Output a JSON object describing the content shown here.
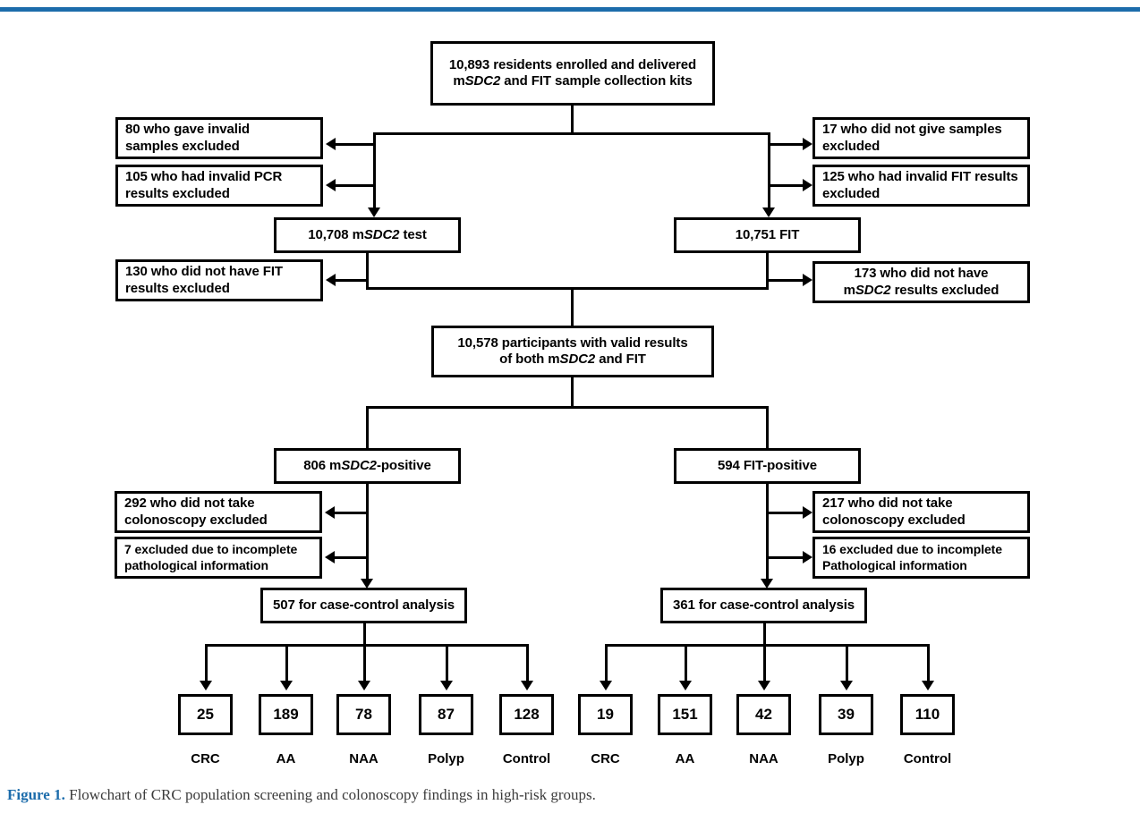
{
  "figure": {
    "label": "Figure 1.",
    "caption": "Flowchart of CRC population screening and colonoscopy findings in high-risk groups.",
    "accent_color": "#1c6cab",
    "line_color": "#000000",
    "background": "#ffffff"
  },
  "chart_data": {
    "type": "diagram",
    "title": "Flowchart of CRC population screening and colonoscopy findings in high-risk groups.",
    "nodes": {
      "enrolled": {
        "value": 10893,
        "text_line1": "10,893 residents enrolled and delivered",
        "text_line2": "mSDC2 and FIT sample collection kits"
      },
      "msdc2_test": {
        "value": 10708,
        "text": "10,708 mSDC2 test"
      },
      "fit_test": {
        "value": 10751,
        "text": "10,751 FIT"
      },
      "both_valid": {
        "value": 10578,
        "text_line1": "10,578 participants with valid results",
        "text_line2": "of both mSDC2 and FIT"
      },
      "msdc2_positive": {
        "value": 806,
        "text": "806 mSDC2-positive"
      },
      "fit_positive": {
        "value": 594,
        "text": "594 FIT-positive"
      },
      "msdc2_analysis": {
        "value": 507,
        "text": "507 for case-control analysis"
      },
      "fit_analysis": {
        "value": 361,
        "text": "361 for case-control analysis"
      }
    },
    "exclusions_left": [
      {
        "value": 80,
        "line1": "80 who gave invalid",
        "line2": "samples excluded"
      },
      {
        "value": 105,
        "line1": "105 who had invalid PCR",
        "line2": "results excluded"
      },
      {
        "value": 130,
        "line1": "130 who did not have FIT",
        "line2": "results excluded"
      },
      {
        "value": 292,
        "line1": "292 who did not take",
        "line2": "colonoscopy excluded"
      },
      {
        "value": 7,
        "line1": "7 excluded due to incomplete",
        "line2": "pathological information"
      }
    ],
    "exclusions_right": [
      {
        "value": 17,
        "line1": "17 who did not give samples",
        "line2": "excluded"
      },
      {
        "value": 125,
        "line1": "125 who had invalid FIT results",
        "line2": "excluded"
      },
      {
        "value": 173,
        "line1": "173 who did not have",
        "line2": "mSDC2 results excluded"
      },
      {
        "value": 217,
        "line1": "217 who did not take",
        "line2": "colonoscopy excluded"
      },
      {
        "value": 16,
        "line1": "16 excluded due to incomplete",
        "line2": "Pathological information"
      }
    ],
    "outcomes_msdc2": {
      "group": "mSDC2",
      "categories": [
        "CRC",
        "AA",
        "NAA",
        "Polyp",
        "Control"
      ],
      "values": [
        25,
        189,
        78,
        87,
        128
      ]
    },
    "outcomes_fit": {
      "group": "FIT",
      "categories": [
        "CRC",
        "AA",
        "NAA",
        "Polyp",
        "Control"
      ],
      "values": [
        19,
        151,
        42,
        39,
        110
      ]
    }
  },
  "boxes": {
    "enrolled_l1": "10,893 residents enrolled and delivered",
    "enrolled_l2_a": "m",
    "enrolled_l2_b": "SDC2",
    "enrolled_l2_c": " and FIT sample collection kits",
    "msdc2_test_a": "10,708 m",
    "msdc2_test_b": "SDC2",
    "msdc2_test_c": " test",
    "fit_test": "10,751 FIT",
    "both_valid_l1": "10,578 participants with valid results",
    "both_valid_l2_a": "of both m",
    "both_valid_l2_b": "SDC2",
    "both_valid_l2_c": " and FIT",
    "msdc2_pos_a": "806 m",
    "msdc2_pos_b": "SDC2",
    "msdc2_pos_c": "-positive",
    "fit_pos": "594 FIT-positive",
    "msdc2_analysis": "507 for case-control analysis",
    "fit_analysis": "361 for case-control analysis",
    "ex_80_l1": "80 who gave invalid",
    "ex_80_l2": "samples excluded",
    "ex_105_l1": "105 who had invalid PCR",
    "ex_105_l2": "results excluded",
    "ex_130_l1": "130 who did not have FIT",
    "ex_130_l2": "results excluded",
    "ex_292_l1": "292 who did not take",
    "ex_292_l2": "colonoscopy excluded",
    "ex_7_l1": "7 excluded due to incomplete",
    "ex_7_l2": "pathological information",
    "ex_17_l1": "17 who did not give samples",
    "ex_17_l2": "excluded",
    "ex_125_l1": "125 who had invalid FIT results",
    "ex_125_l2": "excluded",
    "ex_173_l1": "173 who did not have",
    "ex_173_l2_a": "m",
    "ex_173_l2_b": "SDC2",
    "ex_173_l2_c": " results excluded",
    "ex_217_l1": "217 who did not take",
    "ex_217_l2": "colonoscopy excluded",
    "ex_16_l1": "16 excluded due to incomplete",
    "ex_16_l2": "Pathological information"
  },
  "terminals": {
    "left": [
      {
        "value": "25",
        "label": "CRC"
      },
      {
        "value": "189",
        "label": "AA"
      },
      {
        "value": "78",
        "label": "NAA"
      },
      {
        "value": "87",
        "label": "Polyp"
      },
      {
        "value": "128",
        "label": "Control"
      }
    ],
    "right": [
      {
        "value": "19",
        "label": "CRC"
      },
      {
        "value": "151",
        "label": "AA"
      },
      {
        "value": "42",
        "label": "NAA"
      },
      {
        "value": "39",
        "label": "Polyp"
      },
      {
        "value": "110",
        "label": "Control"
      }
    ]
  }
}
